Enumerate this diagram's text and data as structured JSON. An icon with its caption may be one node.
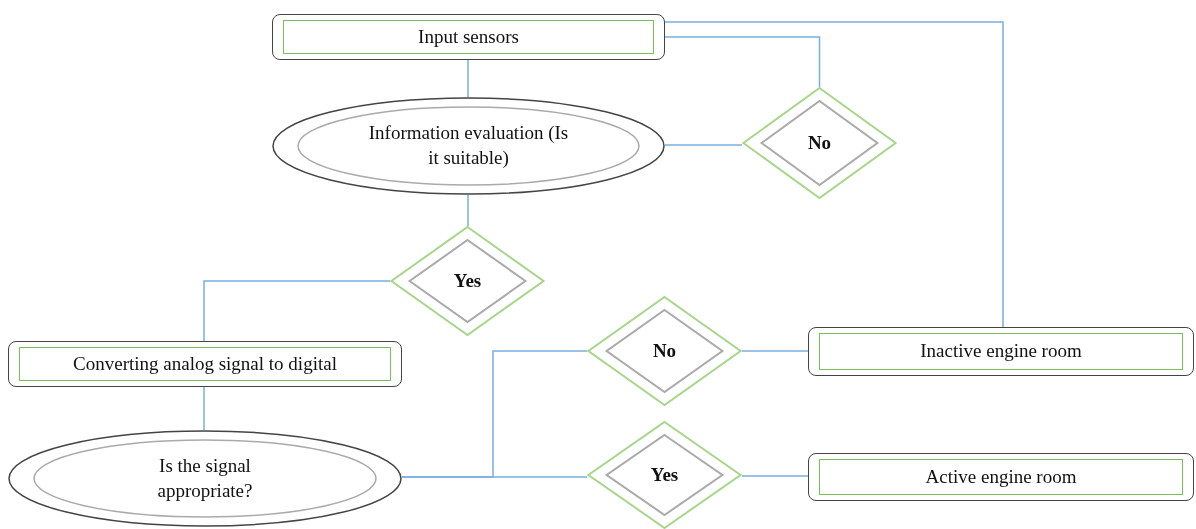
{
  "diagram": {
    "nodes": [
      {
        "text": [
          "Input sensors"
        ]
      },
      {
        "text": [
          "Information evaluation (Is it suitable)"
        ]
      },
      {
        "text": [
          "No"
        ]
      },
      {
        "text": [
          "Yes"
        ]
      },
      {
        "text": [
          "Converting analog signal to digital"
        ]
      },
      {
        "text": [
          "Is the signal appropriate?"
        ]
      },
      {
        "text": [
          "No"
        ]
      },
      {
        "text": [
          "Inactive engine room"
        ]
      },
      {
        "text": [
          "Yes"
        ]
      },
      {
        "text": [
          "Active engine room"
        ]
      }
    ],
    "edges": [
      {
        "from": 0,
        "to": 1,
        "arrow": "none"
      },
      {
        "from": 1,
        "to": 2,
        "arrow": "none"
      },
      {
        "from": 2,
        "to": 0,
        "arrow": "none"
      },
      {
        "from": 1,
        "to": 3,
        "arrow": "none"
      },
      {
        "from": 3,
        "to": 4,
        "arrow": "none"
      },
      {
        "from": 4,
        "to": 5,
        "arrow": "none"
      },
      {
        "from": 5,
        "to": 6,
        "arrow": "none"
      },
      {
        "from": 5,
        "to": 8,
        "arrow": "none"
      },
      {
        "from": 6,
        "to": 7,
        "arrow": "none"
      },
      {
        "from": 8,
        "to": 9,
        "arrow": "none"
      },
      {
        "from": 7,
        "to": 0,
        "arrow": "none"
      }
    ]
  }
}
